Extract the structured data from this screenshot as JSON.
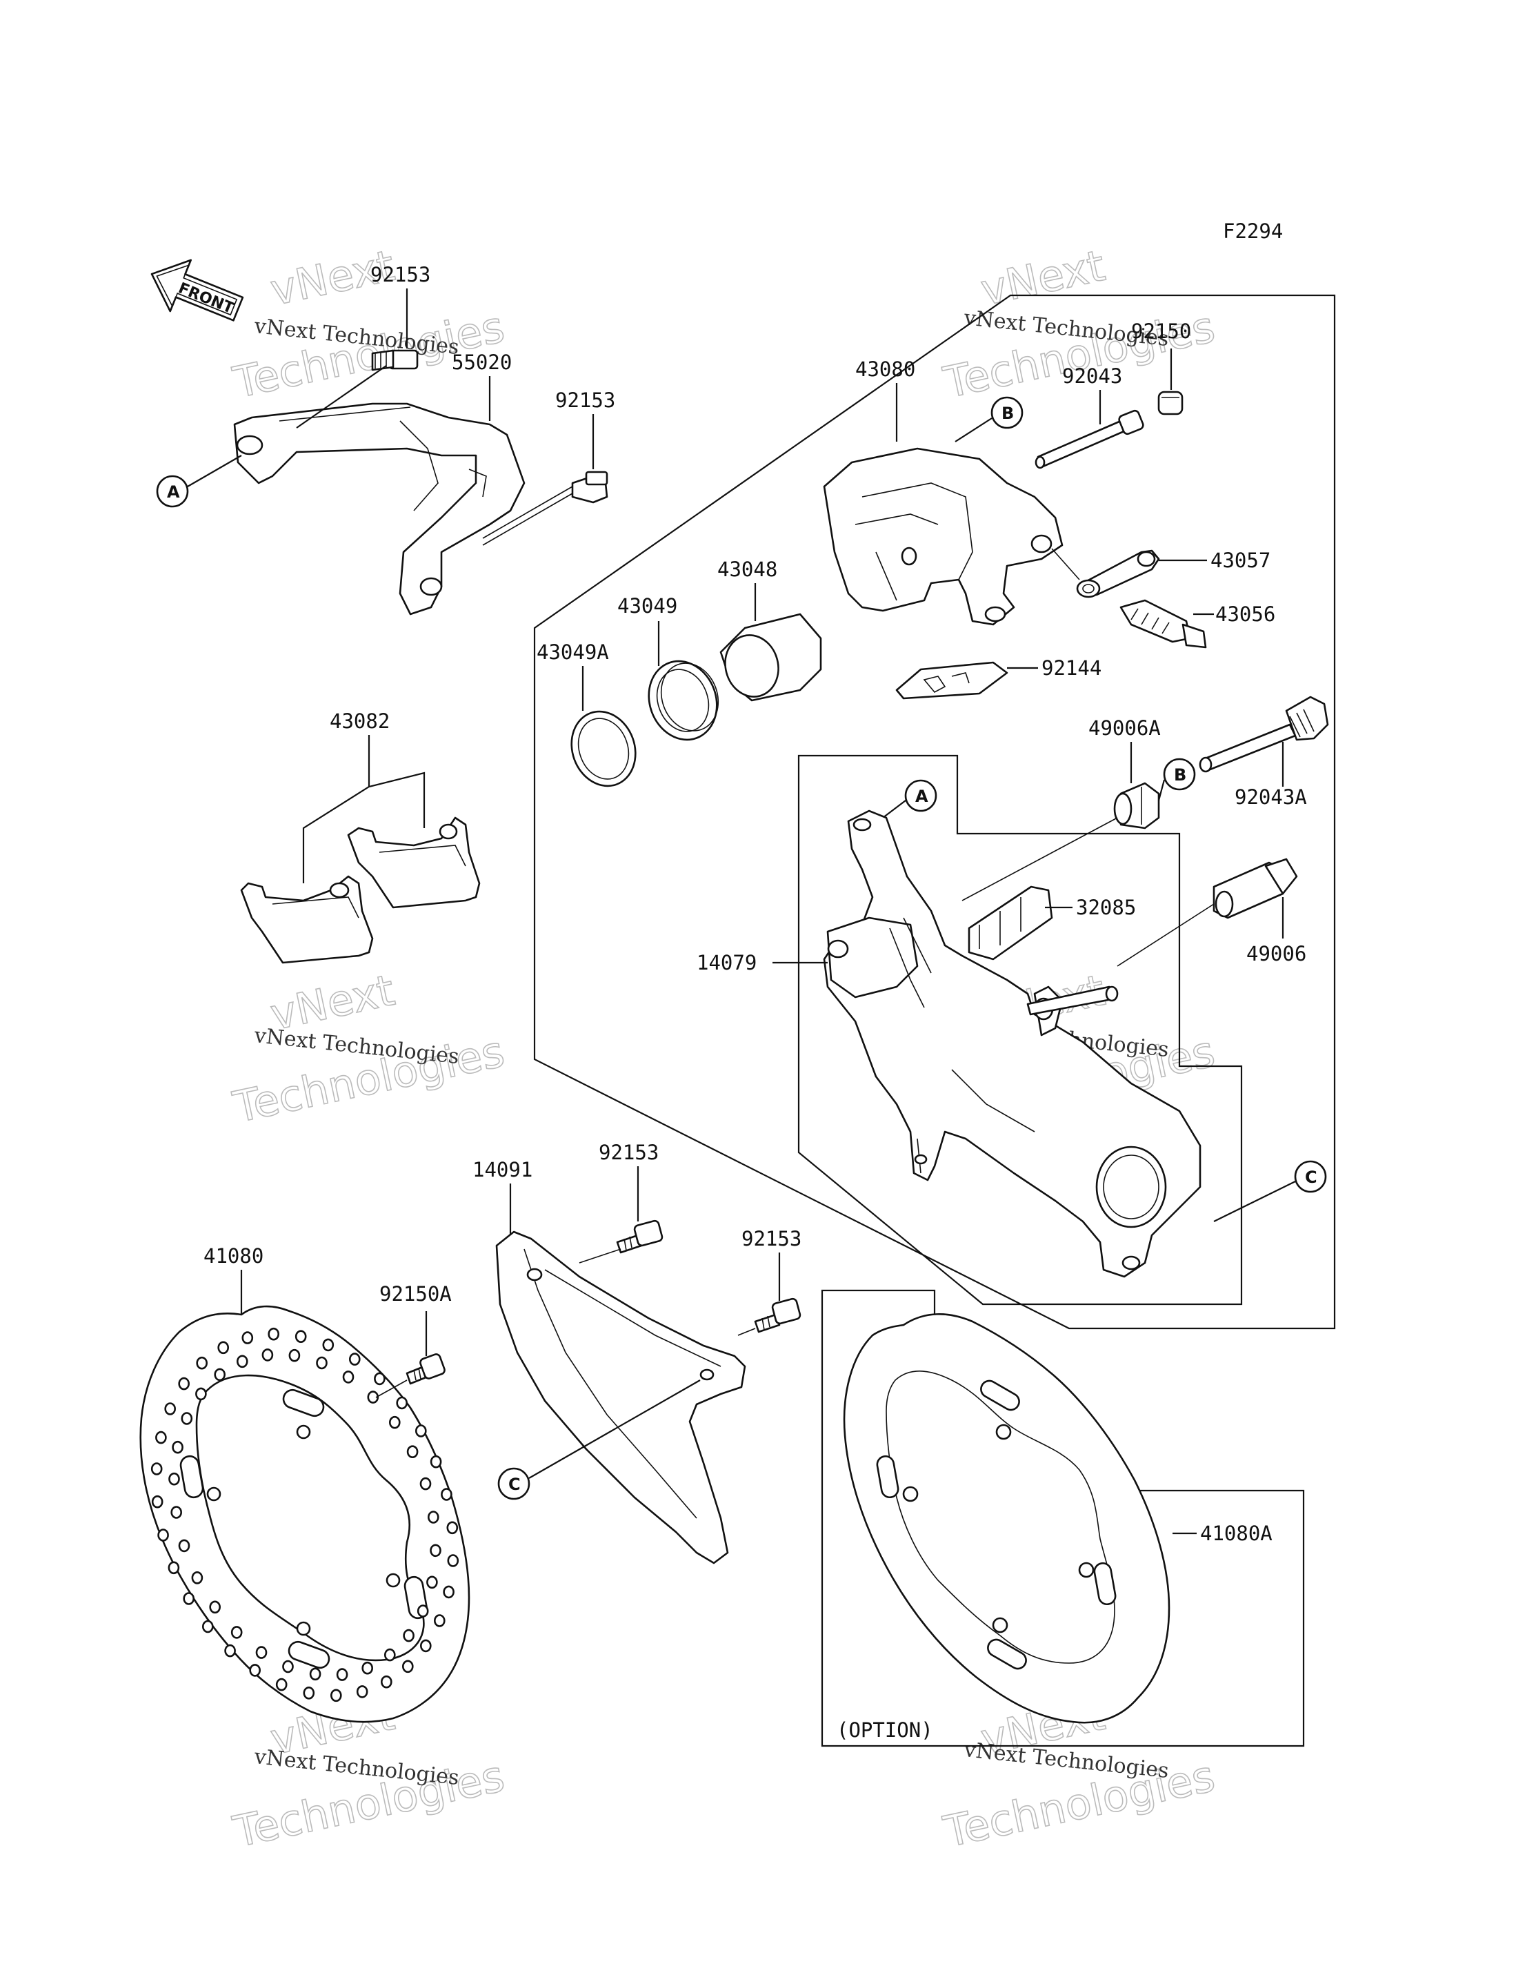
{
  "figure_code": "F2294",
  "front_label": "FRONT",
  "option_label": "(OPTION)",
  "watermark": {
    "line1": "vNext Technologies",
    "line2": "Technologies",
    "line3": "vNext"
  },
  "callouts": {
    "a": "A",
    "b": "B",
    "c": "C"
  },
  "parts": {
    "p92153_top": "92153",
    "p55020": "55020",
    "p92153_mid": "92153",
    "p43080": "43080",
    "p92150": "92150",
    "p92043": "92043",
    "p43057": "43057",
    "p43056": "43056",
    "p43048": "43048",
    "p43049": "43049",
    "p43049A": "43049A",
    "p92144": "92144",
    "p43082": "43082",
    "p49006A": "49006A",
    "p92043A": "92043A",
    "p32085": "32085",
    "p14079": "14079",
    "p49006": "49006",
    "p14091": "14091",
    "p92153_b1": "92153",
    "p92153_b2": "92153",
    "p41080": "41080",
    "p92150A": "92150A",
    "p41080A": "41080A"
  }
}
